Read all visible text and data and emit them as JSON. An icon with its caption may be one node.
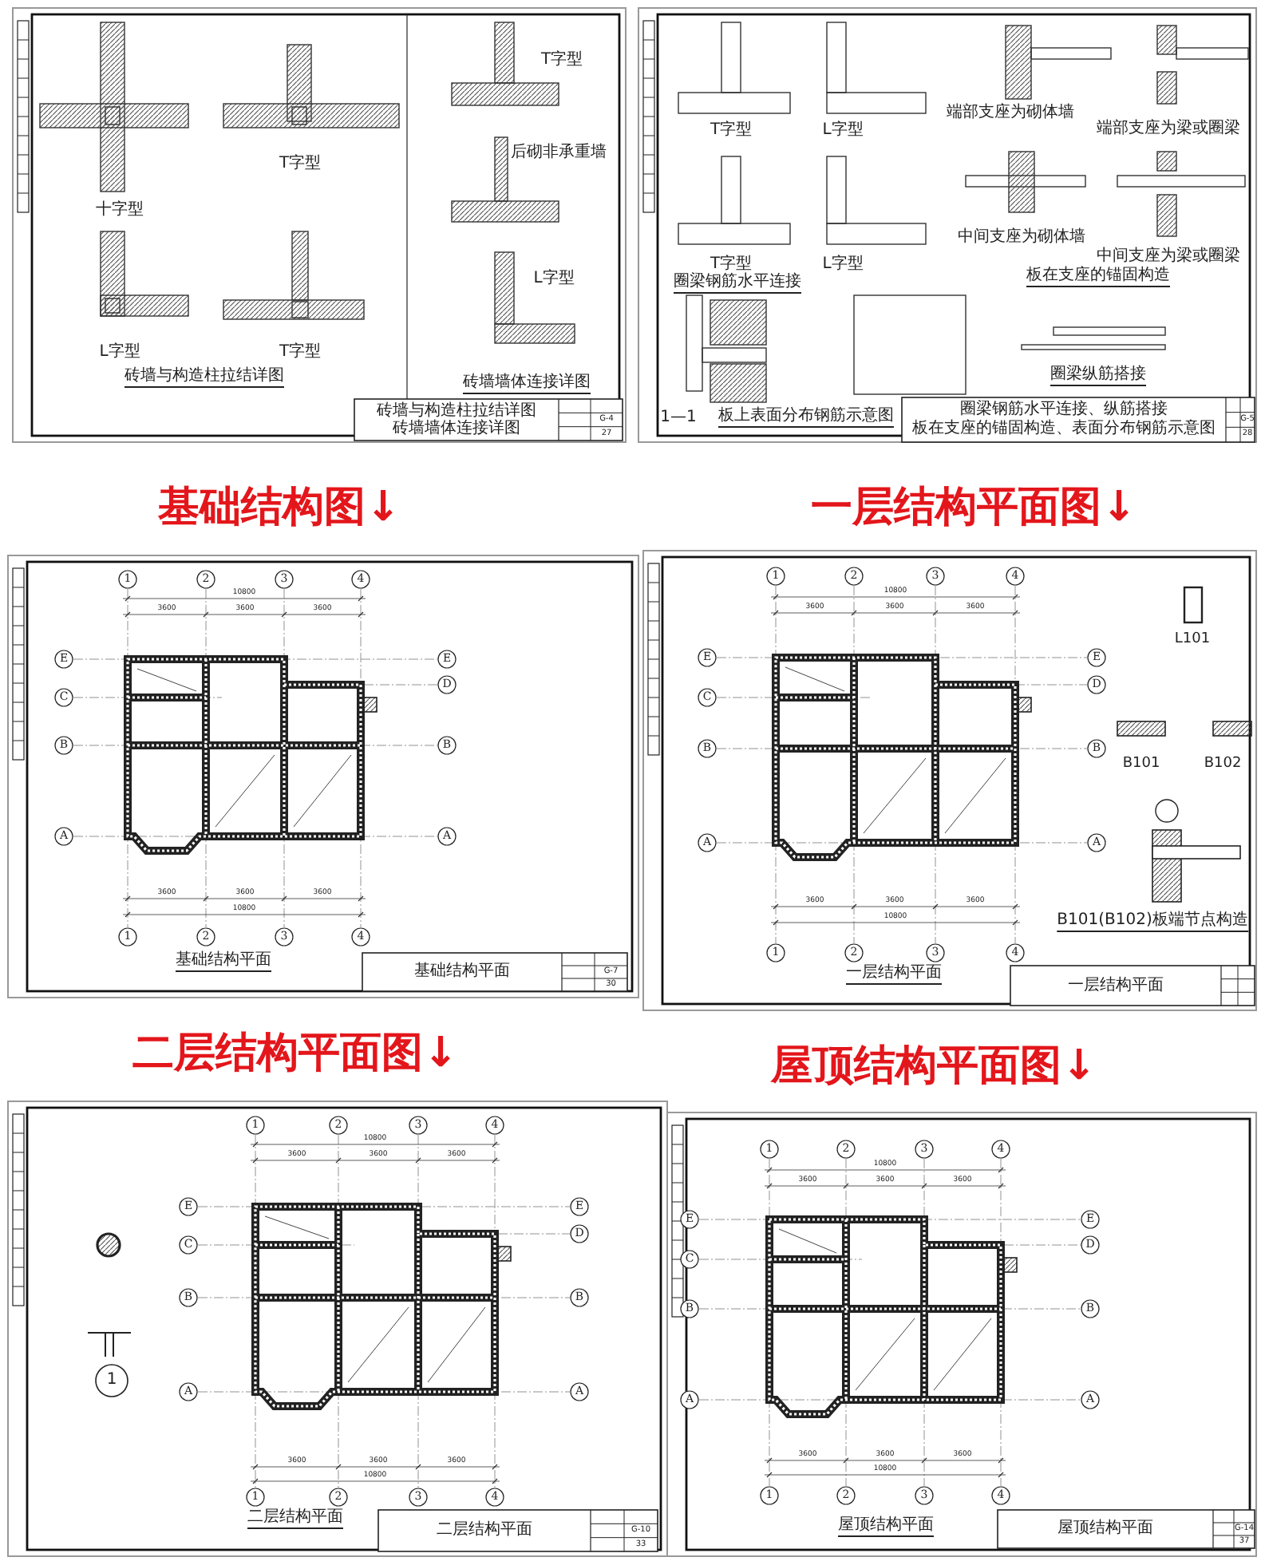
{
  "diagram": {
    "labels": [
      "十字型",
      "T字型",
      "L字型",
      "T字型",
      "T字型",
      "后砌非承重墙",
      "L字型",
      "砖墙与构造柱拉结详图",
      "砖墙墙体连接详图",
      "砖墙与构造柱拉结详图",
      "砖墙墙体连接详图",
      "G-4",
      "27",
      "T字型",
      "L字型",
      "T字型",
      "L字型",
      "端部支座为砌体墙",
      "端部支座为梁或圈梁",
      "中间支座为砌体墙",
      "中间支座为梁或圈梁",
      "圈梁钢筋水平连接",
      "板在支座的锚固构造",
      "1—1",
      "板上表面分布钢筋示意图",
      "圈梁纵筋搭接",
      "圈梁钢筋水平连接、纵筋搭接",
      "板在支座的锚固构造、表面分布钢筋示意图",
      "G-5",
      "28",
      "基础结构图↓",
      "一层结构平面图↓",
      "1",
      "2",
      "3",
      "4",
      "E",
      "C",
      "B",
      "A",
      "E",
      "D",
      "B",
      "A",
      "10800",
      "3600",
      "3600",
      "3600",
      "3600",
      "3600",
      "3600",
      "10800",
      "1",
      "2",
      "3",
      "4",
      "基础结构平面",
      "基础结构平面",
      "G-7",
      "30",
      "1",
      "2",
      "3",
      "4",
      "E",
      "C",
      "B",
      "A",
      "E",
      "D",
      "B",
      "A",
      "10800",
      "3600",
      "3600",
      "3600",
      "3600",
      "3600",
      "3600",
      "10800",
      "1",
      "2",
      "3",
      "4",
      "L101",
      "B101",
      "B102",
      "B101(B102)板端节点构造",
      "一层结构平面",
      "一层结构平面",
      "二层结构平面图↓",
      "屋顶结构平面图↓",
      "1",
      "2",
      "3",
      "4",
      "E",
      "C",
      "B",
      "A",
      "E",
      "D",
      "B",
      "A",
      "10800",
      "3600",
      "3600",
      "3600",
      "3600",
      "3600",
      "3600",
      "10800",
      "1",
      "2",
      "3",
      "4",
      "1",
      "二层结构平面",
      "二层结构平面",
      "G-10",
      "33",
      "1",
      "2",
      "3",
      "4",
      "E",
      "C",
      "B",
      "A",
      "E",
      "D",
      "B",
      "A",
      "10800",
      "3600",
      "3600",
      "3600",
      "3600",
      "3600",
      "3600",
      "10800",
      "1",
      "2",
      "3",
      "4",
      "屋顶结构平面",
      "屋顶结构平面",
      "G-14",
      "37"
    ]
  }
}
